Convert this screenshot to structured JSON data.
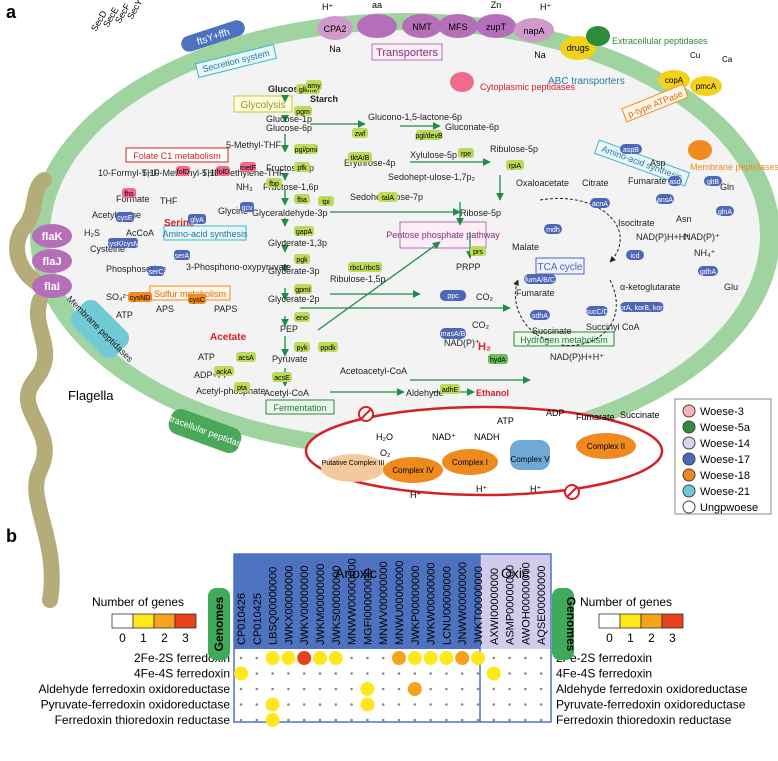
{
  "panels": {
    "a": "a",
    "b": "b"
  },
  "transporters": {
    "top": [
      "aa",
      "Zn",
      "Na",
      "Na",
      "CPA2",
      "NMT",
      "MFS",
      "zupT",
      "napA"
    ],
    "h": "H⁺",
    "box": "Transporters"
  },
  "secretion": {
    "sec": [
      "SecD",
      "SecE",
      "SecF",
      "SecY"
    ],
    "ftsy": "ftsY+ffh",
    "box": "Secretion system"
  },
  "abc": {
    "label": "ABC transporters",
    "drugs": "drugs"
  },
  "atpase": {
    "label": "p-type ATPase",
    "copa": "copA",
    "pmca": "pmcA",
    "cu": "Cu",
    "ca": "Ca"
  },
  "peptidases": {
    "extracellular_top": "Extracellular peptidases",
    "cytoplasmic": "Cytoplasmic peptidases",
    "membrane_right": "Membrane peptidases",
    "membrane_left": "Membrane peptidases",
    "extracellular_bottom": "Extracellular peptidases"
  },
  "flagella": {
    "genes": [
      "flaK",
      "flaJ",
      "flaI"
    ],
    "label": "Flagella"
  },
  "boxes": {
    "glycolysis": "Glycolysis",
    "folate": "Folate C1 metabolism",
    "aa_synth_left": "Amino-acid synthesis",
    "sulfur": "Sulfur metabolism",
    "pentose": "Pentose phosphate pathway",
    "aa_synth_right": "Amino-acid synthesis",
    "tca": "TCA cycle",
    "hydrogen": "Hydrogen metabolism",
    "fermentation": "Fermentation"
  },
  "metabolites": {
    "glucose": "Glucose",
    "starch": "Starch",
    "g1p": "Glucose-1p",
    "g6p": "Glucose-6p",
    "glucono": "Glucono-1,5-lactone-6p",
    "gluconate": "Gluconate-6p",
    "f6p": "Fructose-6p",
    "f16p": "Fructose-1,6p",
    "e4p": "Erythrose-4p",
    "xylulose": "Xylulose-5p",
    "ribulose": "Ribulose-5p",
    "s17p": "Sedohept-ulose-1,7p₂",
    "s7p": "Sedoheptulose-7p",
    "g3p": "Glyceraldehyde-3p",
    "ribose": "Ribose-5p",
    "prpp": "PRPP",
    "g13p": "Glycerate-1,3p",
    "glycerate3p": "Glycerate-3p",
    "ribulose15": "Ribulose-1,5p",
    "glycerate2p": "Glycerate-2p",
    "pep": "PEP",
    "pyruvate": "Pyruvate",
    "acetylcoa": "Acetyl-CoA",
    "acetoacetyl": "Acetoacetyl-CoA",
    "aldehyde": "Aldehyde",
    "ethanol": "Ethanol",
    "acetate": "Acetate",
    "acetylphos": "Acetyl-phosphate",
    "methylthf": "5-Methyl-THF",
    "formylthf": "10-Formyl-THF",
    "methenyl": "5,10-Methenyl-THF",
    "methylene": "5,10-Methylene-THF",
    "formate": "Formate",
    "thf": "THF",
    "glycine": "Glycine",
    "serine": "Serine",
    "acetylserine": "Acetylserine",
    "h2s": "H₂S",
    "cysteine": "Cysteine",
    "acoa": "AcCoA",
    "phosphoserine": "Phosphoserine",
    "phosphono": "3-Phosphono-oxypyruvate",
    "so4": "SO₄²⁻",
    "aps": "APS",
    "paps": "PAPS",
    "atp": "ATP",
    "adp": "ADP+Pi",
    "oxaloacetate": "Oxaloacetate",
    "citrate": "Citrate",
    "isocitrate": "Isocitrate",
    "akg": "α-ketoglutarate",
    "malate": "Malate",
    "fumarate": "Fumarate",
    "succinate": "Succinate",
    "succoa": "Succinyl CoA",
    "asp": "Asp",
    "asn": "Asn",
    "gln": "Gln",
    "glu": "Glu",
    "fumarate2": "Fumarate",
    "nh4": "NH₄⁺",
    "nadp": "NAD(P)⁺",
    "nadph": "NAD(P)H+H⁺",
    "co2": "CO₂",
    "h2": "H₂",
    "nh3": "NH₃"
  },
  "genes": {
    "glkhk": "glk/hk",
    "pgm": "pgm",
    "pgipmi": "pgi/pmi",
    "pfk": "pfk",
    "fbp": "fbp",
    "fba": "fba",
    "tpi": "tpi",
    "gapa": "gapA",
    "pgk": "pgk",
    "gpml": "gpmI",
    "eno": "eno",
    "pyk": "pyk",
    "ppdk": "ppdk",
    "zwf": "zwf",
    "pgl": "pgl/devB",
    "rpe": "rpe",
    "tkta": "tktA/B",
    "tala": "talA",
    "rpia": "rpiA",
    "prs": "prs",
    "rbcl": "rbcL/rbcS",
    "ppc": "ppc",
    "mdh": "mdh",
    "acna": "acnA",
    "icd": "icd",
    "fuma": "fumA/B/C",
    "sdha": "sdhA",
    "kora": "korA, korB, korD",
    "succ": "sucC/D",
    "aspb": "aspB",
    "ansa": "ansA",
    "glna": "glnA",
    "gdha": "gdhA",
    "gltb": "gltB",
    "asd": "asd",
    "mas": "masA/B",
    "hyda": "hydA",
    "acse": "acsE",
    "acsa": "acsA",
    "ackA": "ackA",
    "pta": "pta",
    "adhe": "adhE",
    "foid": "folD",
    "fhs": "fhs",
    "metf": "metF",
    "glya": "glyA",
    "gcv": "gcv",
    "sera": "serA",
    "serc": "serC",
    "cysn": "cysND",
    "cysc": "cysC",
    "cyse": "cysE",
    "cysk": "cysK/cysM",
    "amy": "amy"
  },
  "etc": {
    "complex1": "Complex I",
    "complex2": "Complex II",
    "complex3": "Putative Complex III",
    "complex4": "Complex IV",
    "complex5": "Complex V",
    "atp": "ATP",
    "adp": "ADP",
    "nad": "NAD⁺",
    "nadh": "NADH",
    "h2o": "H₂O",
    "o2": "O₂",
    "fumarate": "Fumarate",
    "succinate": "Succinate",
    "h": "H⁺"
  },
  "legend": [
    {
      "label": "Woese-3",
      "color": "#f4b6b8"
    },
    {
      "label": "Woese-5a",
      "color": "#2e8b3b"
    },
    {
      "label": "Woese-14",
      "color": "#d9d3f0"
    },
    {
      "label": "Woese-17",
      "color": "#4e68b8"
    },
    {
      "label": "Woese-18",
      "color": "#ef8a1f"
    },
    {
      "label": "Woese-21",
      "color": "#6fcad6"
    },
    {
      "label": "Ungpwoese",
      "color": "#ffffff"
    }
  ],
  "colors": {
    "membrane": "#9fd4a0",
    "cytoplasm": "#f1f1f1",
    "anoxic": "#4e72c0",
    "oxic": "#d2ccec",
    "etc_ring": "#d62026"
  },
  "heatmap": {
    "anoxic_label": "Anoxic",
    "oxic_label": "Oxic",
    "genomes_label": "Genomes",
    "num_genes_label": "Number of genes",
    "scale": [
      0,
      1,
      2,
      3
    ],
    "scale_colors": [
      "#ffffff",
      "#ffe81a",
      "#f7a21b",
      "#e8401c"
    ],
    "genomes_anoxic": [
      "CP010426",
      "CP010425",
      "LBSQ00000000",
      "JWKX00000000",
      "JWKV00000000",
      "JWKM00000000",
      "JWKS00000000",
      "MNWW00000000",
      "MGFI00000000",
      "MNWV00000000",
      "MNWU00000000",
      "JWKP00000000",
      "JWKW00000000",
      "LCNU00000000",
      "JNWW00000000",
      "JWKT00000000"
    ],
    "genomes_oxic": [
      "AXWI00000000",
      "ASMP00000000",
      "AWOH00000000",
      "AQSE00000000"
    ],
    "rows": [
      "2Fe-2S ferredoxin",
      "4Fe-4S ferredoxin",
      "Aldehyde ferredoxin oxidoreductase",
      "Pyruvate-ferredoxin oxidoreductase",
      "Ferredoxin thioredoxin reductase"
    ],
    "values": [
      [
        0,
        0,
        1,
        1,
        3,
        1,
        1,
        0,
        0,
        0,
        2,
        1,
        1,
        1,
        2,
        1,
        0,
        0,
        0,
        0
      ],
      [
        1,
        0,
        0,
        0,
        0,
        0,
        0,
        0,
        0,
        0,
        0,
        0,
        0,
        0,
        0,
        0,
        1,
        0,
        0,
        0
      ],
      [
        0,
        0,
        0,
        0,
        0,
        0,
        0,
        0,
        1,
        0,
        0,
        2,
        0,
        0,
        0,
        0,
        0,
        0,
        0,
        0
      ],
      [
        0,
        0,
        1,
        0,
        0,
        0,
        0,
        0,
        1,
        0,
        0,
        0,
        0,
        0,
        0,
        0,
        0,
        0,
        0,
        0
      ],
      [
        0,
        0,
        1,
        0,
        0,
        0,
        0,
        0,
        0,
        0,
        0,
        0,
        0,
        0,
        0,
        0,
        0,
        0,
        0,
        0
      ]
    ]
  }
}
